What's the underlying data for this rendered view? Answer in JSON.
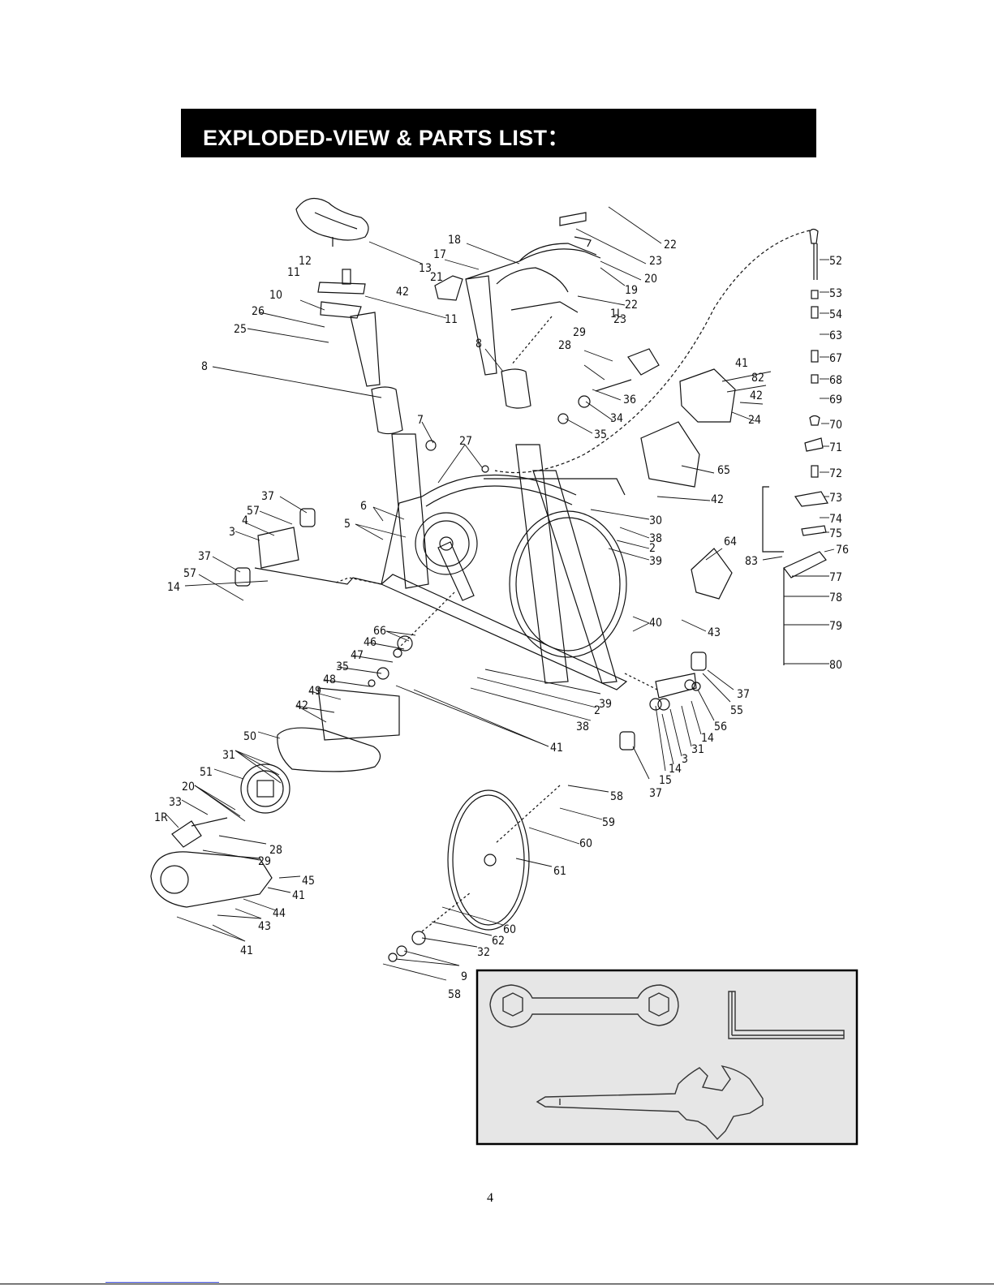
{
  "title": "EXPLODED-VIEW & PARTS LIST：",
  "page_number": "4",
  "part_labels": [
    {
      "id": "p22a",
      "text": "22"
    },
    {
      "id": "p23a",
      "text": "23"
    },
    {
      "id": "p18",
      "text": "18"
    },
    {
      "id": "p17",
      "text": "17"
    },
    {
      "id": "p20a",
      "text": "20"
    },
    {
      "id": "p19",
      "text": "19"
    },
    {
      "id": "p22b",
      "text": "22"
    },
    {
      "id": "p1L",
      "text": "1L"
    },
    {
      "id": "p23b",
      "text": "23"
    },
    {
      "id": "p13",
      "text": "13"
    },
    {
      "id": "p12",
      "text": "12"
    },
    {
      "id": "p21",
      "text": "21"
    },
    {
      "id": "p11a",
      "text": "11"
    },
    {
      "id": "p42a",
      "text": "42"
    },
    {
      "id": "p11b",
      "text": "11"
    },
    {
      "id": "p10",
      "text": "10"
    },
    {
      "id": "p26",
      "text": "26"
    },
    {
      "id": "p25",
      "text": "25"
    },
    {
      "id": "p8a",
      "text": "8"
    },
    {
      "id": "p8b",
      "text": "8"
    },
    {
      "id": "p29a",
      "text": "29"
    },
    {
      "id": "p28a",
      "text": "28"
    },
    {
      "id": "p36",
      "text": "36"
    },
    {
      "id": "p34",
      "text": "34"
    },
    {
      "id": "p35a",
      "text": "35"
    },
    {
      "id": "p7",
      "text": "7"
    },
    {
      "id": "p27",
      "text": "27"
    },
    {
      "id": "p41a",
      "text": "41"
    },
    {
      "id": "p82",
      "text": "82"
    },
    {
      "id": "p42b",
      "text": "42"
    },
    {
      "id": "p24",
      "text": "24"
    },
    {
      "id": "p65",
      "text": "65"
    },
    {
      "id": "p42c",
      "text": "42"
    },
    {
      "id": "p52",
      "text": "52"
    },
    {
      "id": "p53",
      "text": "53"
    },
    {
      "id": "p54",
      "text": "54"
    },
    {
      "id": "p63",
      "text": "63"
    },
    {
      "id": "p67",
      "text": "67"
    },
    {
      "id": "p68",
      "text": "68"
    },
    {
      "id": "p69",
      "text": "69"
    },
    {
      "id": "p70",
      "text": "70"
    },
    {
      "id": "p71",
      "text": "71"
    },
    {
      "id": "p72",
      "text": "72"
    },
    {
      "id": "p73",
      "text": "73"
    },
    {
      "id": "p74",
      "text": "74"
    },
    {
      "id": "p75",
      "text": "75"
    },
    {
      "id": "p76",
      "text": "76"
    },
    {
      "id": "p77",
      "text": "77"
    },
    {
      "id": "p78",
      "text": "78"
    },
    {
      "id": "p79",
      "text": "79"
    },
    {
      "id": "p80",
      "text": "80"
    },
    {
      "id": "p83",
      "text": "83"
    },
    {
      "id": "p37a",
      "text": "37"
    },
    {
      "id": "p57a",
      "text": "57"
    },
    {
      "id": "p4",
      "text": "4"
    },
    {
      "id": "p3a",
      "text": "3"
    },
    {
      "id": "p37b",
      "text": "37"
    },
    {
      "id": "p57b",
      "text": "57"
    },
    {
      "id": "p14a",
      "text": "14"
    },
    {
      "id": "p6",
      "text": "6"
    },
    {
      "id": "p5",
      "text": "5"
    },
    {
      "id": "p30",
      "text": "30"
    },
    {
      "id": "p38a",
      "text": "38"
    },
    {
      "id": "p2a",
      "text": "2"
    },
    {
      "id": "p39a",
      "text": "39"
    },
    {
      "id": "p64",
      "text": "64"
    },
    {
      "id": "p40",
      "text": "40"
    },
    {
      "id": "p43a",
      "text": "43"
    },
    {
      "id": "p66",
      "text": "66"
    },
    {
      "id": "p46",
      "text": "46"
    },
    {
      "id": "p47",
      "text": "47"
    },
    {
      "id": "p35b",
      "text": "35"
    },
    {
      "id": "p48",
      "text": "48"
    },
    {
      "id": "p49",
      "text": "49"
    },
    {
      "id": "p42d",
      "text": "42"
    },
    {
      "id": "p39b",
      "text": "39"
    },
    {
      "id": "p2b",
      "text": "2"
    },
    {
      "id": "p38b",
      "text": "38"
    },
    {
      "id": "p41b",
      "text": "41"
    },
    {
      "id": "p37c",
      "text": "37"
    },
    {
      "id": "p55",
      "text": "55"
    },
    {
      "id": "p56",
      "text": "56"
    },
    {
      "id": "p14b",
      "text": "14"
    },
    {
      "id": "p31a",
      "text": "31"
    },
    {
      "id": "p3b",
      "text": "3"
    },
    {
      "id": "p14c",
      "text": "14"
    },
    {
      "id": "p15",
      "text": "15"
    },
    {
      "id": "p37d",
      "text": "37"
    },
    {
      "id": "p50",
      "text": "50"
    },
    {
      "id": "p31b",
      "text": "31"
    },
    {
      "id": "p51",
      "text": "51"
    },
    {
      "id": "p20b",
      "text": "20"
    },
    {
      "id": "p33",
      "text": "33"
    },
    {
      "id": "p1R",
      "text": "1R"
    },
    {
      "id": "p28b",
      "text": "28"
    },
    {
      "id": "p29b",
      "text": "29"
    },
    {
      "id": "p45",
      "text": "45"
    },
    {
      "id": "p41c",
      "text": "41"
    },
    {
      "id": "p44",
      "text": "44"
    },
    {
      "id": "p43b",
      "text": "43"
    },
    {
      "id": "p41d",
      "text": "41"
    },
    {
      "id": "p58a",
      "text": "58"
    },
    {
      "id": "p59",
      "text": "59"
    },
    {
      "id": "p60a",
      "text": "60"
    },
    {
      "id": "p61",
      "text": "61"
    },
    {
      "id": "p60b",
      "text": "60"
    },
    {
      "id": "p62",
      "text": "62"
    },
    {
      "id": "p32",
      "text": "32"
    },
    {
      "id": "p9",
      "text": "9"
    },
    {
      "id": "p58b",
      "text": "58"
    }
  ]
}
